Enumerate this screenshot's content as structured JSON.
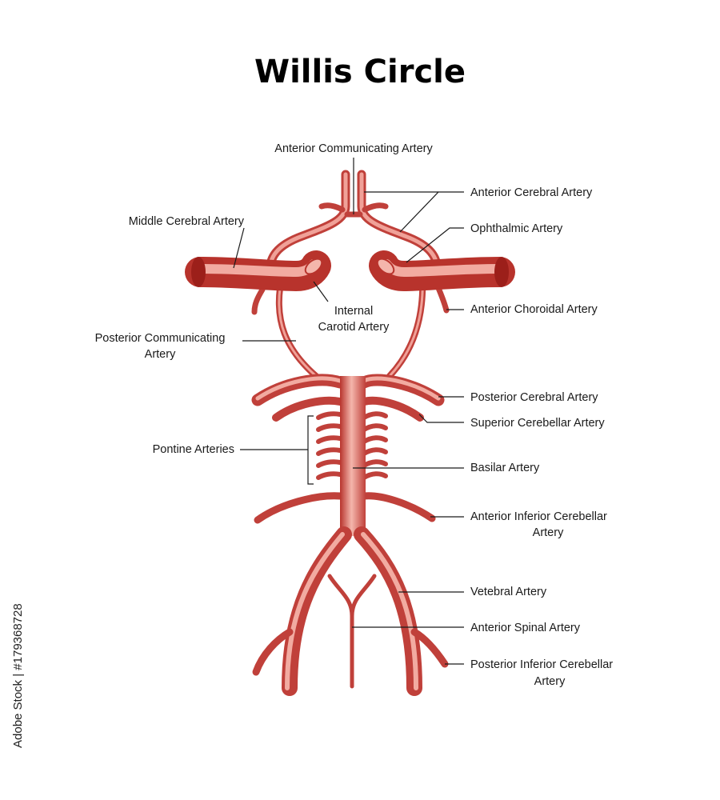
{
  "title": "Willis Circle",
  "labels": {
    "anterior_communicating": "Anterior Communicating Artery",
    "anterior_cerebral": "Anterior Cerebral Artery",
    "middle_cerebral": "Middle Cerebral Artery",
    "ophthalmic": "Ophthalmic Artery",
    "internal_carotid_1": "Internal",
    "internal_carotid_2": "Carotid Artery",
    "anterior_choroidal": "Anterior Choroidal Artery",
    "posterior_communicating_1": "Posterior Communicating",
    "posterior_communicating_2": "Artery",
    "posterior_cerebral": "Posterior Cerebral Artery",
    "superior_cerebellar": "Superior Cerebellar Artery",
    "pontine": "Pontine Arteries",
    "basilar": "Basilar Artery",
    "anterior_inferior_cerebellar_1": "Anterior Inferior Cerebellar",
    "anterior_inferior_cerebellar_2": "Artery",
    "vertebral": "Vetebral Artery",
    "anterior_spinal": "Anterior Spinal Artery",
    "posterior_inferior_cerebellar_1": "Posterior Inferior Cerebellar",
    "posterior_inferior_cerebellar_2": "Artery"
  },
  "watermark_side": "Adobe Stock | #179368728",
  "colors": {
    "artery": "#d9625a",
    "artery_dark": "#b8332c",
    "artery_light": "#f4b6ac",
    "leader": "#1a1a1a"
  }
}
